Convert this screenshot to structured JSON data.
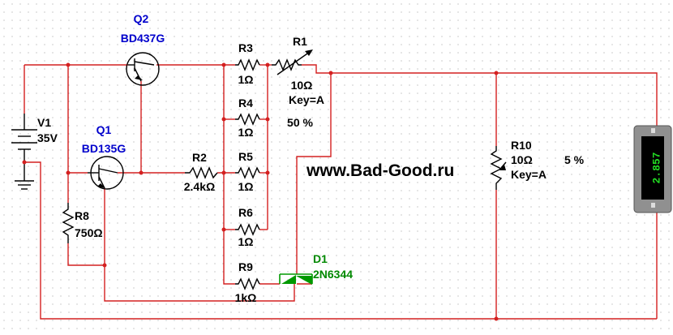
{
  "colors": {
    "wire": "#d42020",
    "component": "#000000",
    "transistor_label": "#0000cc",
    "diode_label": "#008800",
    "grid_dot": "#9a9a9a",
    "meter_body": "#909090",
    "meter_display": "#000000",
    "meter_digits": "#22dd22"
  },
  "components": {
    "q2": {
      "ref": "Q2",
      "model": "BD437G"
    },
    "q1": {
      "ref": "Q1",
      "model": "BD135G"
    },
    "v1": {
      "ref": "V1",
      "value": "35V"
    },
    "r1": {
      "ref": "R1",
      "value": "10Ω",
      "key": "Key=A",
      "setting": "50 %"
    },
    "r2": {
      "ref": "R2",
      "value": "2.4kΩ"
    },
    "r3": {
      "ref": "R3",
      "value": "1Ω"
    },
    "r4": {
      "ref": "R4",
      "value": "1Ω"
    },
    "r5": {
      "ref": "R5",
      "value": "1Ω"
    },
    "r6": {
      "ref": "R6",
      "value": "1Ω"
    },
    "r8": {
      "ref": "R8",
      "value": "750Ω"
    },
    "r9": {
      "ref": "R9",
      "value": "1kΩ"
    },
    "r10": {
      "ref": "R10",
      "value": "10Ω",
      "key": "Key=A",
      "setting": "5 %"
    },
    "d1": {
      "ref": "D1",
      "model": "2N6344"
    }
  },
  "meter": {
    "reading": "2.857"
  },
  "watermark": "www.Bad-Good.ru"
}
